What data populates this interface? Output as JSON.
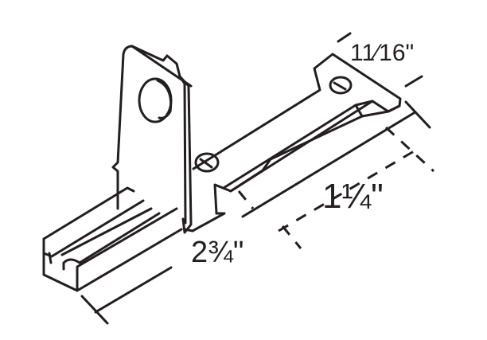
{
  "dimensions": {
    "width_label": "11⁄16\"",
    "offset_label": "1¼\"",
    "length_label": "2¾\""
  },
  "colors": {
    "line": "#231f20",
    "background": "#ffffff"
  }
}
